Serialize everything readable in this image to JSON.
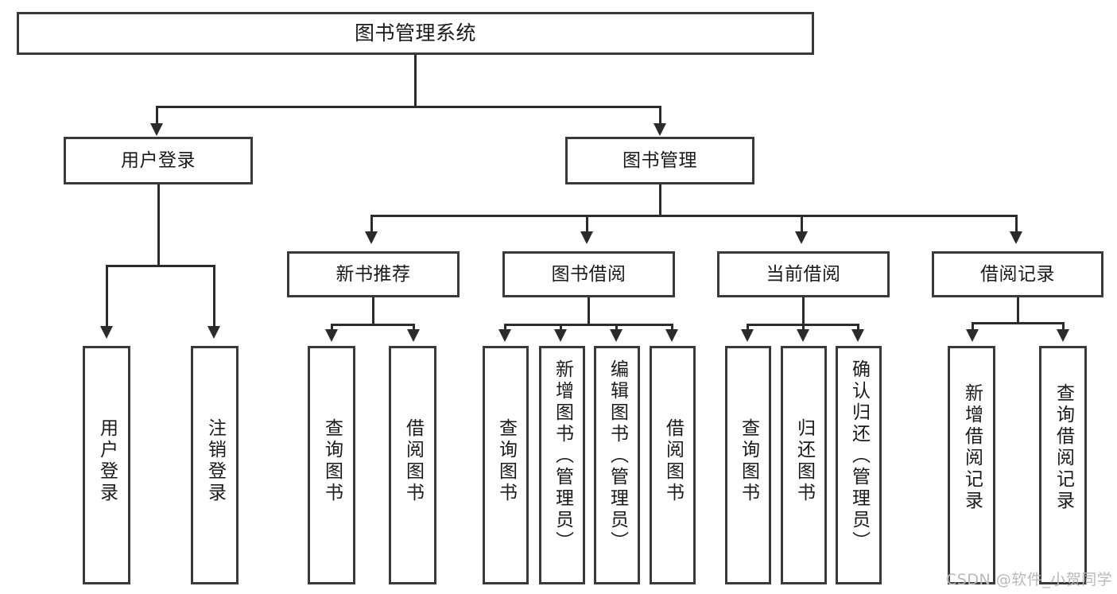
{
  "diagram": {
    "title": "图书管理系统",
    "type": "tree-hierarchy-diagram",
    "watermark": "CSDN @软件_小贺同学",
    "colors": {
      "box_border": "#3a3a3a",
      "connector": "#2b2b2b",
      "background": "#ffffff",
      "text": "#1a1a1a",
      "watermark": "#b9b9b9"
    }
  },
  "nodes": {
    "root": {
      "label": "图书管理系统"
    },
    "level2": [
      {
        "label": "用户登录"
      },
      {
        "label": "图书管理"
      }
    ],
    "level3": [
      {
        "label": "新书推荐"
      },
      {
        "label": "图书借阅"
      },
      {
        "label": "当前借阅"
      },
      {
        "label": "借阅记录"
      }
    ],
    "leaves": {
      "user_login": [
        {
          "label": "用户登录"
        },
        {
          "label": "注销登录"
        }
      ],
      "new_book_rec": [
        {
          "label": "查询图书"
        },
        {
          "label": "借阅图书"
        }
      ],
      "book_borrow": [
        {
          "label": "查询图书"
        },
        {
          "label": "新增图书（管理员）"
        },
        {
          "label": "编辑图书（管理员）"
        },
        {
          "label": "借阅图书"
        }
      ],
      "current_borrow": [
        {
          "label": "查询图书"
        },
        {
          "label": "归还图书"
        },
        {
          "label": "确认归还（管理员）"
        }
      ],
      "borrow_record": [
        {
          "label": "新增借阅记录"
        },
        {
          "label": "查询借阅记录"
        }
      ]
    }
  }
}
